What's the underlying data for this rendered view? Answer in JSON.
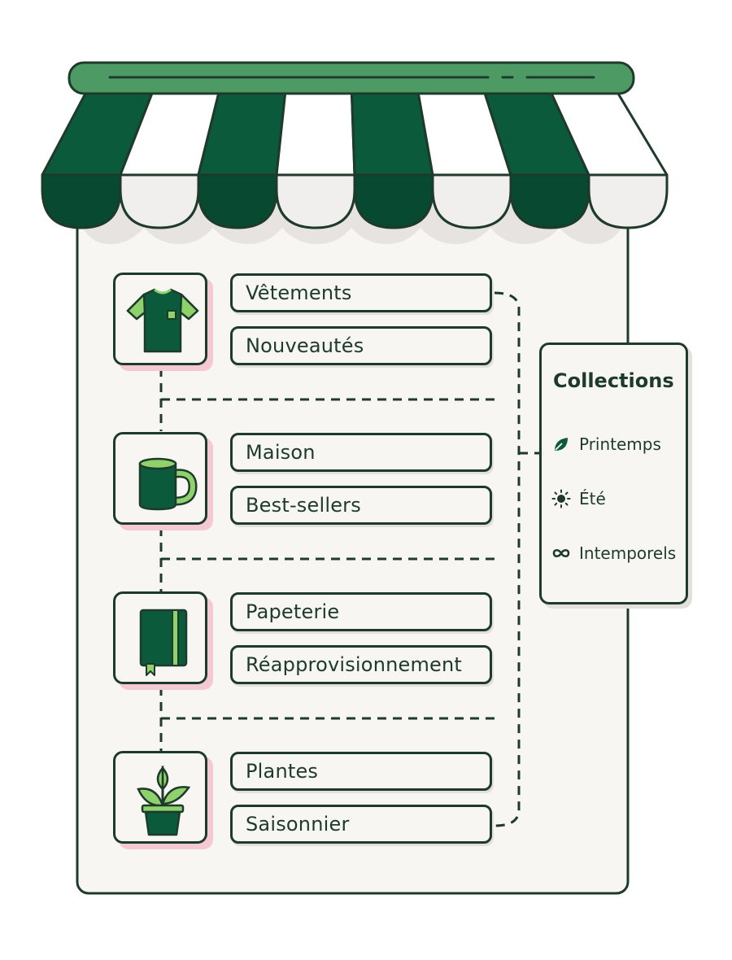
{
  "rows": [
    {
      "icon": "t-shirt-icon",
      "category": "Vêtements",
      "tag": "Nouveautés"
    },
    {
      "icon": "mug-icon",
      "category": "Maison",
      "tag": "Best-sellers"
    },
    {
      "icon": "notebook-icon",
      "category": "Papeterie",
      "tag": "Réapprovisionnement"
    },
    {
      "icon": "potted-plant-icon",
      "category": "Plantes",
      "tag": "Saisonnier"
    }
  ],
  "collections": {
    "title": "Collections",
    "items": [
      {
        "icon": "leaf-icon",
        "label": "Printemps"
      },
      {
        "icon": "sun-icon",
        "label": "Été"
      },
      {
        "icon": "infinity-icon",
        "label": "Intemporels"
      }
    ]
  },
  "colors": {
    "dark_green": "#0b5a3c",
    "deep_green": "#074a31",
    "light_green": "#8fd16a",
    "outline": "#1d3a2b",
    "awning_bar": "#4e9a64",
    "panel_bg": "#f7f6f3",
    "pink_shadow": "#f4c9d3"
  }
}
